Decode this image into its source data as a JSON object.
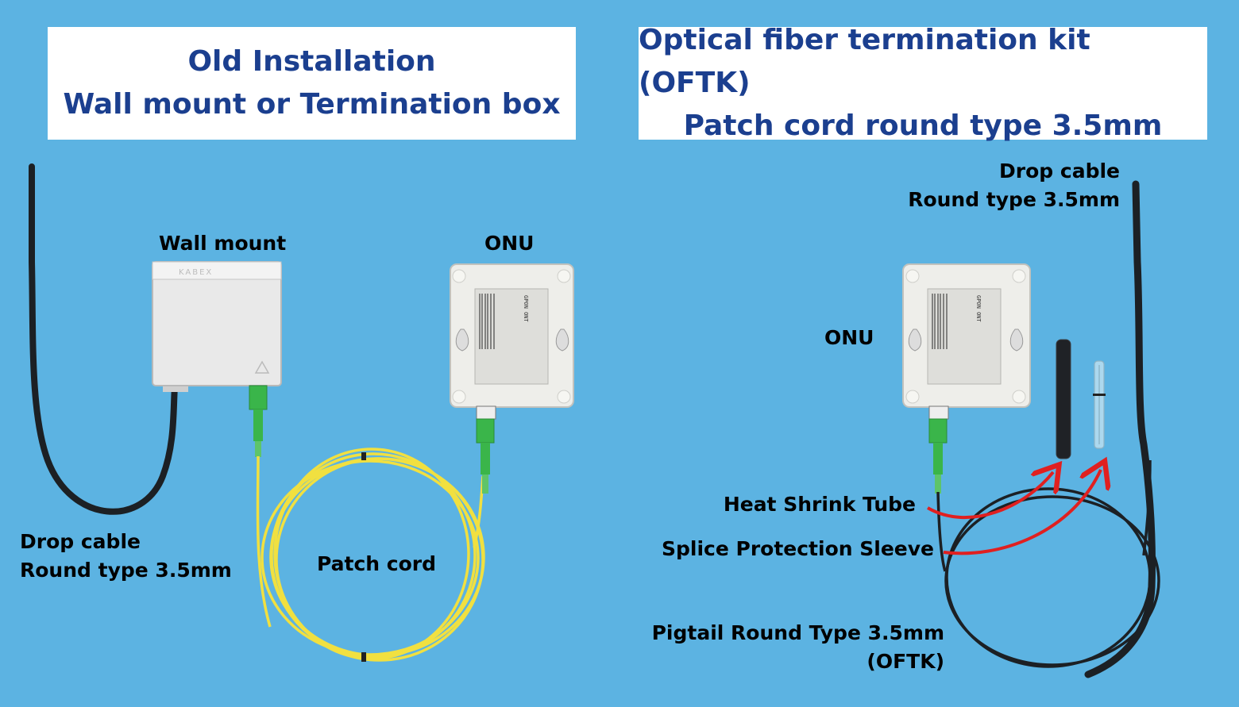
{
  "left_panel": {
    "title_line1": "Old Installation",
    "title_line2": "Wall mount or Termination box",
    "labels": {
      "wall_mount": "Wall mount",
      "onu": "ONU",
      "drop_cable_line1": "Drop cable",
      "drop_cable_line2": "Round type 3.5mm",
      "patch_cord": "Patch cord"
    },
    "devices": {
      "wall_mount_brand": "KABEX",
      "onu_sticker": "GPON ONT"
    }
  },
  "right_panel": {
    "title_line1": "Optical fiber termination kit (OFTK)",
    "title_line2": "Patch cord round type 3.5mm",
    "labels": {
      "drop_cable_line1": "Drop cable",
      "drop_cable_line2": "Round type 3.5mm",
      "onu": "ONU",
      "heat_shrink": "Heat Shrink Tube",
      "splice_sleeve": "Splice Protection Sleeve",
      "pigtail_line1": "Pigtail Round Type 3.5mm",
      "pigtail_line2": "(OFTK)"
    },
    "devices": {
      "onu_sticker": "GPON ONT"
    }
  },
  "colors": {
    "background": "#5cb3e2",
    "title_text": "#1b3f8f",
    "patch_cord": "#f1e040",
    "connector": "#3ab54a",
    "cable": "#1c2024",
    "arrow": "#e02020"
  }
}
